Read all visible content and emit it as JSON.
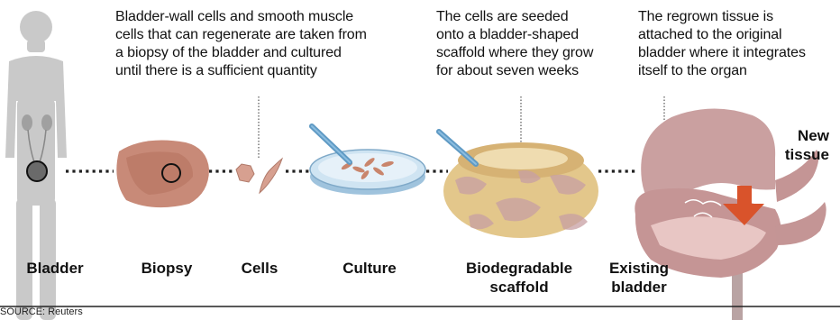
{
  "captions": {
    "biopsy_step": [
      "Bladder-wall cells and smooth muscle",
      "cells that can regenerate are taken from",
      "a biopsy of the bladder and cultured",
      "until there is a sufficient quantity"
    ],
    "seeding_step": [
      "The cells are seeded",
      "onto a bladder-shaped",
      "scaffold where they grow",
      "for about seven weeks"
    ],
    "attach_step": [
      "The regrown tissue is",
      "attached to the original",
      "bladder where it integrates",
      "itself to the organ"
    ]
  },
  "labels": {
    "bladder": "Bladder",
    "biopsy": "Biopsy",
    "cells": "Cells",
    "culture": "Culture",
    "scaffold": "Biodegradable scaffold",
    "existing": "Existing bladder",
    "new_tissue": "New tissue"
  },
  "source": "SOURCE: Reuters",
  "colors": {
    "silhouette": "#c9c9c9",
    "tissue": "#c88a78",
    "scaffold": "#e3c78b",
    "bladder": "#caa0a0",
    "arrow": "#d9532b",
    "dish": "#bcd8ec"
  }
}
